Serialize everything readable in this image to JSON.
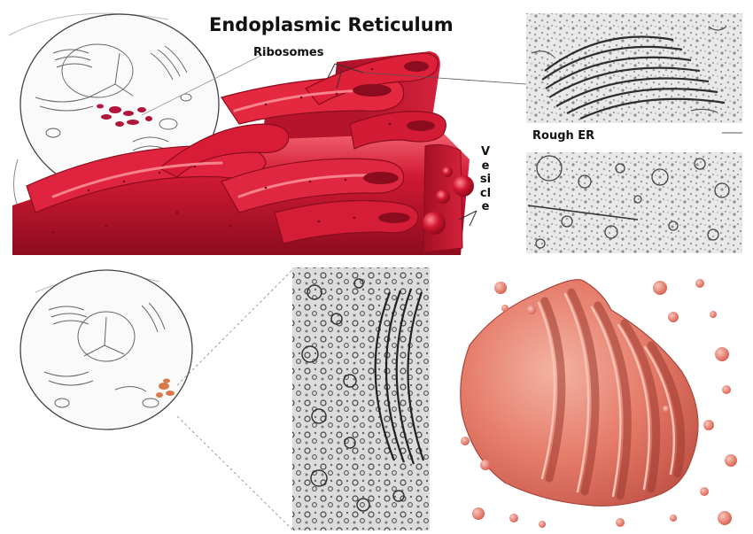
{
  "title": "Endoplasmic Reticulum",
  "labels": {
    "ribosomes": "Ribosomes",
    "rough_er": "Rough ER",
    "vesicle": "Vesicle"
  },
  "colors": {
    "er_red": "#c8102e",
    "er_highlight": "#ef5a6a",
    "golgi_pink": "#e8756a",
    "em_gray": "#9a9a9a"
  },
  "panels": [
    "cell-sketch-top",
    "rough-er-3d-model",
    "micrograph-rough-er",
    "micrograph-smooth-er",
    "cell-sketch-bottom",
    "micrograph-golgi",
    "golgi-3d-model"
  ]
}
